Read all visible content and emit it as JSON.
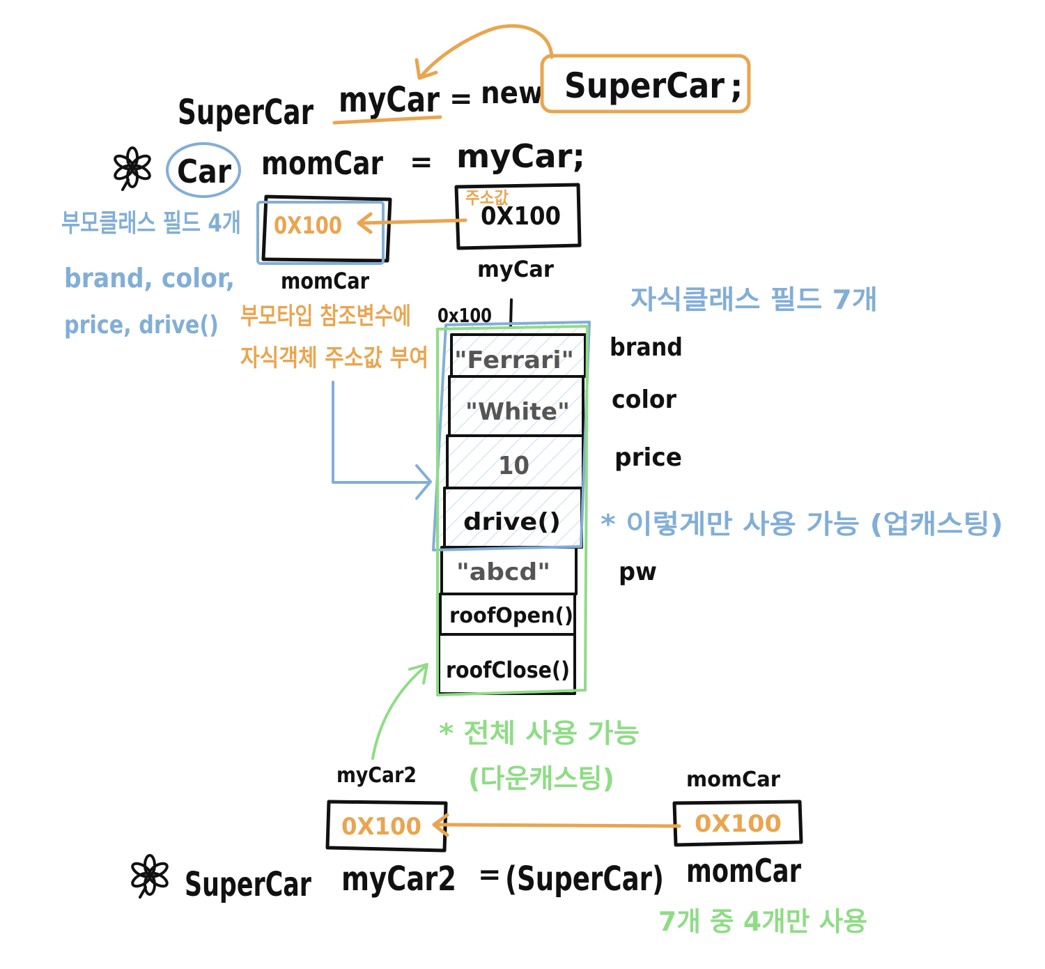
{
  "colors": {
    "ink": "#111111",
    "orange": "#E9A54F",
    "blue": "#82AED6",
    "green": "#8FDC86",
    "grey": "#555555"
  },
  "statement_1": {
    "class": "SuperCar",
    "variable": "myCar",
    "equals": "=",
    "keyword": "new",
    "constructor": "SuperCar",
    "end": ";"
  },
  "statement_2": {
    "marker_icon": "flower-icon",
    "class": "Car",
    "variable": "momCar",
    "equals": "=",
    "value": "myCar;"
  },
  "mycar_box": {
    "annotation": "주소값",
    "value": "0X100",
    "label": "myCar"
  },
  "momcar_box": {
    "value": "0X100",
    "label": "momCar"
  },
  "parent_note": [
    "부모클래스 필드 4개",
    "brand, color,",
    "price, drive()"
  ],
  "assign_note": [
    "부모타입 참조변수에",
    "자식객체 주소값 부여"
  ],
  "heap": {
    "address": "0x100",
    "cells": [
      {
        "value": "\"Ferrari\"",
        "field": "brand"
      },
      {
        "value": "\"White\"",
        "field": "color"
      },
      {
        "value": "10",
        "field": "price"
      },
      {
        "value": "drive()"
      },
      {
        "value": "\"abcd\"",
        "field": "pw"
      },
      {
        "value": "roofOpen()"
      },
      {
        "value": "roofClose()"
      }
    ]
  },
  "child_note": "자식클래스 필드 7개",
  "upcast_note": "* 이렇게만 사용 가능 (업캐스팅)",
  "downcast_note": [
    "* 전체 사용 가능",
    "(다운캐스팅)"
  ],
  "mycar2_box": {
    "label": "myCar2",
    "value": "0X100"
  },
  "momcar_box_2": {
    "label": "momCar",
    "value": "0X100"
  },
  "statement_3": {
    "marker_icon": "flower-icon",
    "class": "SuperCar",
    "variable": "myCar2",
    "equals": "=",
    "cast": "(SuperCar)",
    "value": "momCar"
  },
  "usage_note": "7개 중 4개만 사용"
}
